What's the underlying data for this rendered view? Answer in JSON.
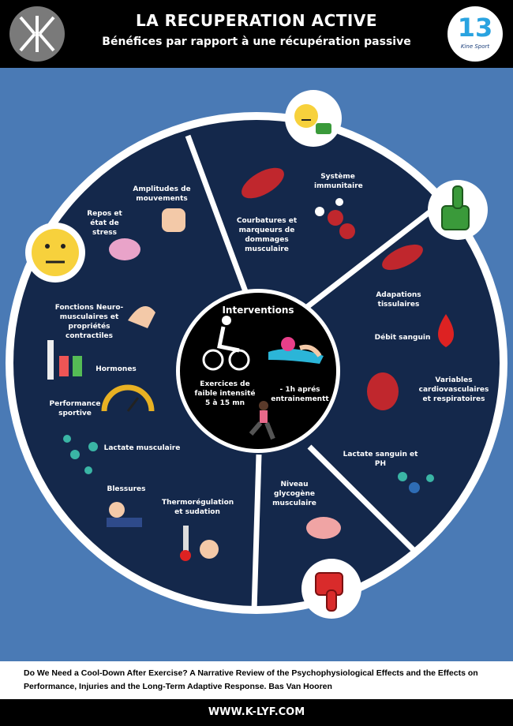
{
  "header": {
    "title": "LA RECUPERATION ACTIVE",
    "subtitle": "Bénéfices par rapport à une récupération passive",
    "logo_right_text": "Kine Sport"
  },
  "center": {
    "title": "Interventions",
    "left_text": [
      "Exercices de",
      "faible intensité",
      "5 à 15 mn"
    ],
    "right_text": [
      "- 1h aprés",
      "entrainementt"
    ]
  },
  "segments": {
    "neutral_left": [
      "Amplitudes de mouvements",
      "Repos et état de stress",
      "Fonctions Neuro-musculaires et propriétés contractiles",
      "Hormones",
      "Performance sportive",
      "Lactate musculaire",
      "Blessures",
      "Thermorégulation et sudation"
    ],
    "slight_positive": [
      "Système immunitaire",
      "Courbatures et marqueurs de dommages musculaire"
    ],
    "positive": [
      "Adapations tissulaires",
      "Débit sanguin",
      "Variables cardiovasculaires et respiratoires"
    ],
    "blank": [
      "Lactate sanguin et PH"
    ],
    "negative": [
      "Niveau glycogène musculaire"
    ]
  },
  "footer": {
    "reference": "Do We Need a Cool-Down After Exercise? A Narrative Review of the Psychophysiological Effects and the Effects on Performance, Injuries and the Long-Term Adaptive Response. Bas Van Hooren",
    "url": "WWW.K-LYF.COM"
  },
  "colors": {
    "background": "#4a7ab5",
    "wheel": "#14284b",
    "ring": "#ffffff",
    "center": "#000000"
  }
}
